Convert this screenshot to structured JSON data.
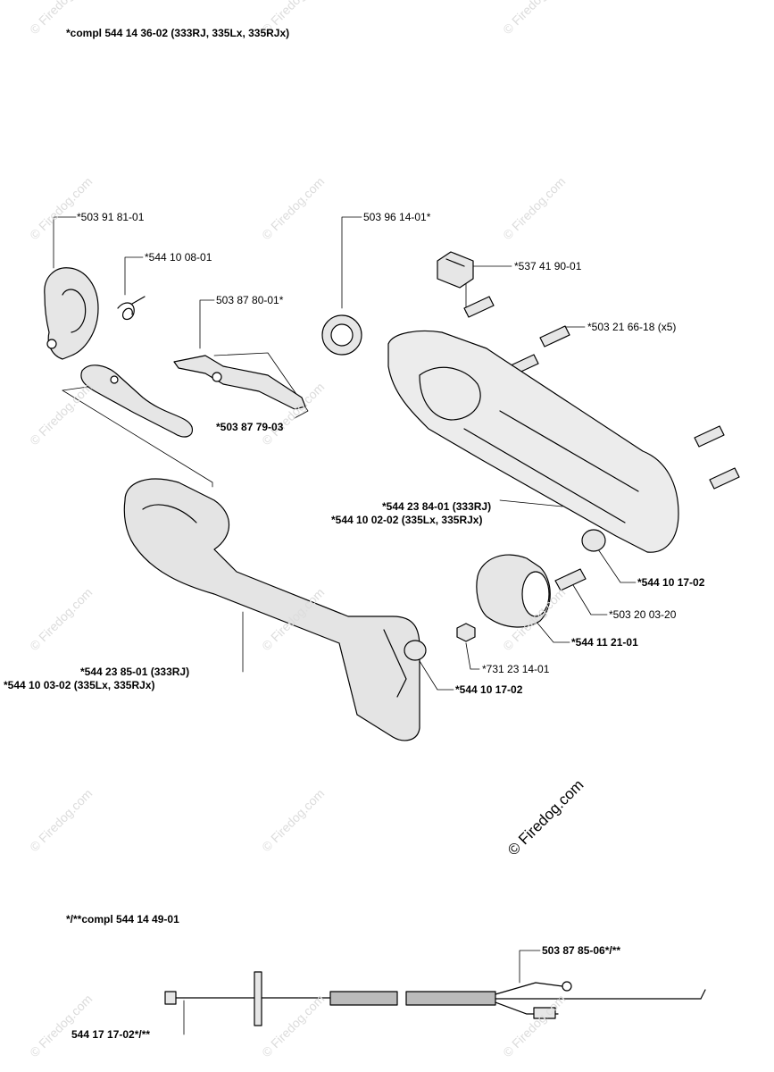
{
  "header": {
    "title": "*compl 544 14 36-02 (333RJ, 335Lx, 335RJx)"
  },
  "footer": {
    "title": "*/**compl 544 14 49-01"
  },
  "labels": {
    "l1": "*503 91 81-01",
    "l2": "*544 10 08-01",
    "l3": "503 87 80-01*",
    "l4": "*503 87 79-03",
    "l5": "503 96 14-01*",
    "l6": "*537 41 90-01",
    "l7": "*503 21 66-18 (x5)",
    "l8a": "*544 23 84-01 (333RJ)",
    "l8b": "*544 10 02-02 (335Lx, 335RJx)",
    "l9": "*544 10 17-02",
    "l10": "*503 20 03-20",
    "l11": "*544 11 21-01",
    "l12": "*731 23 14-01",
    "l13a": "*544 23 85-01 (333RJ)",
    "l13b": "*544 10 03-02 (335Lx, 335RJx)",
    "l14": "*544 10 17-02",
    "l15": "503 87 85-06*/**",
    "l16": "544 17 17-02*/**"
  },
  "watermark": {
    "text": "© Firedog.com"
  }
}
